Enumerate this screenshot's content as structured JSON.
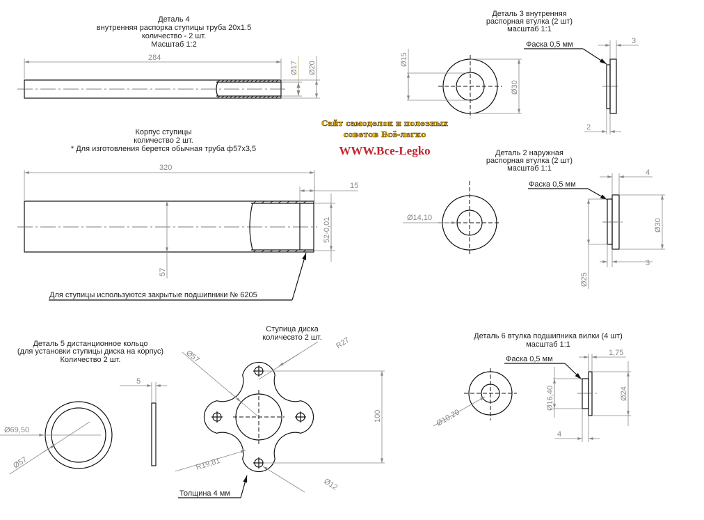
{
  "detail4": {
    "title": [
      "Деталь 4",
      "внутренняя распорка ступицы труба 20x1.5",
      "количество - 2 шт.",
      "Масштаб 1:2"
    ],
    "dim_length": "284",
    "dim_inner": "Ø17",
    "dim_outer": "Ø20"
  },
  "housing": {
    "title": [
      "Корпус ступицы",
      "количество 2 шт.",
      "* Для изготовления берется обычная  труба ф57x3,5"
    ],
    "dim_length": "320",
    "dim_bore_depth": "15",
    "dim_bore": "52-0,01",
    "dim_outer": "57",
    "note": "Для ступицы используются закрытые подшипники № 6205"
  },
  "watermark": {
    "line1": "Сайт самоделок и полезных",
    "line2": "советов Всё-легко",
    "url": "WWW.Все-Legko"
  },
  "detail3": {
    "title": [
      "Деталь 3 внутренняя",
      "распорная втулка (2 шт)",
      "масштаб 1:1"
    ],
    "dim_inner": "Ø15",
    "dim_outer": "Ø30",
    "chamfer": "Фаска 0,5 мм",
    "dim_total": "3",
    "dim_step": "2"
  },
  "detail2": {
    "title": [
      "Деталь 2 наружная",
      "распорная втулка (2 шт)",
      "масштаб 1:1"
    ],
    "dim_inner": "Ø14,10",
    "dim_outer": "Ø30",
    "chamfer": "Фаска 0,5 мм",
    "dim_total": "4",
    "dim_flange": "3",
    "dim_step": "Ø25"
  },
  "detail5": {
    "title": [
      "Деталь 5 дистанционное кольцо",
      "(для установки ступицы диска на корпус)",
      "Количество 2 шт."
    ],
    "dim_outer": "Ø69,50",
    "dim_inner": "Ø57",
    "dim_thickness": "5"
  },
  "disc_hub": {
    "title": [
      "Ступица диска",
      "количесвто 2 шт."
    ],
    "dim_center": "Ø57",
    "dim_lobe": "R27",
    "dim_fillet": "R19,81",
    "dim_hole": "Ø12",
    "dim_spacing": "100",
    "thickness_note": "Толщина 4 мм"
  },
  "detail6": {
    "title": [
      "Деталь 6 втулка подшипника вилки (4 шт)",
      "масштаб 1:1"
    ],
    "dim_inner": "Ø10,20",
    "chamfer": "Фаска 0,5 мм",
    "dim_flange": "1,75",
    "dim_step_dia": "Ø16,40",
    "dim_outer": "Ø24",
    "dim_length": "4"
  }
}
